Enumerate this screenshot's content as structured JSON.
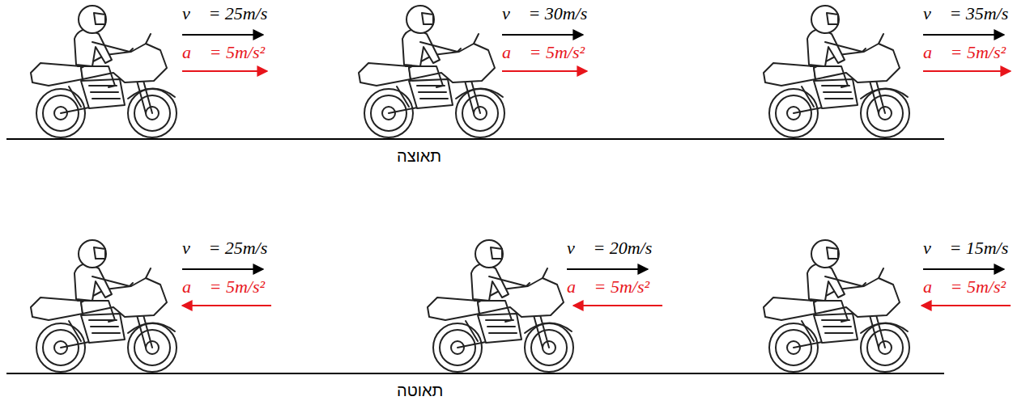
{
  "diagram": {
    "labels": [
      "v⃗ = 25m/s",
      "a⃗ = 5m/s²",
      "v⃗ = 30m/s",
      "a⃗ = 5m/s²",
      "v⃗ = 35m/s",
      "a⃗ = 5m/s²",
      "תאוצה",
      "v⃗ = 25m/s",
      "a⃗ = 5m/s²",
      "v⃗ = 20m/s",
      "a⃗ = 5m/s²",
      "v⃗ = 15m/s",
      "a⃗ = 5m/s²",
      "תאוטה"
    ]
  }
}
